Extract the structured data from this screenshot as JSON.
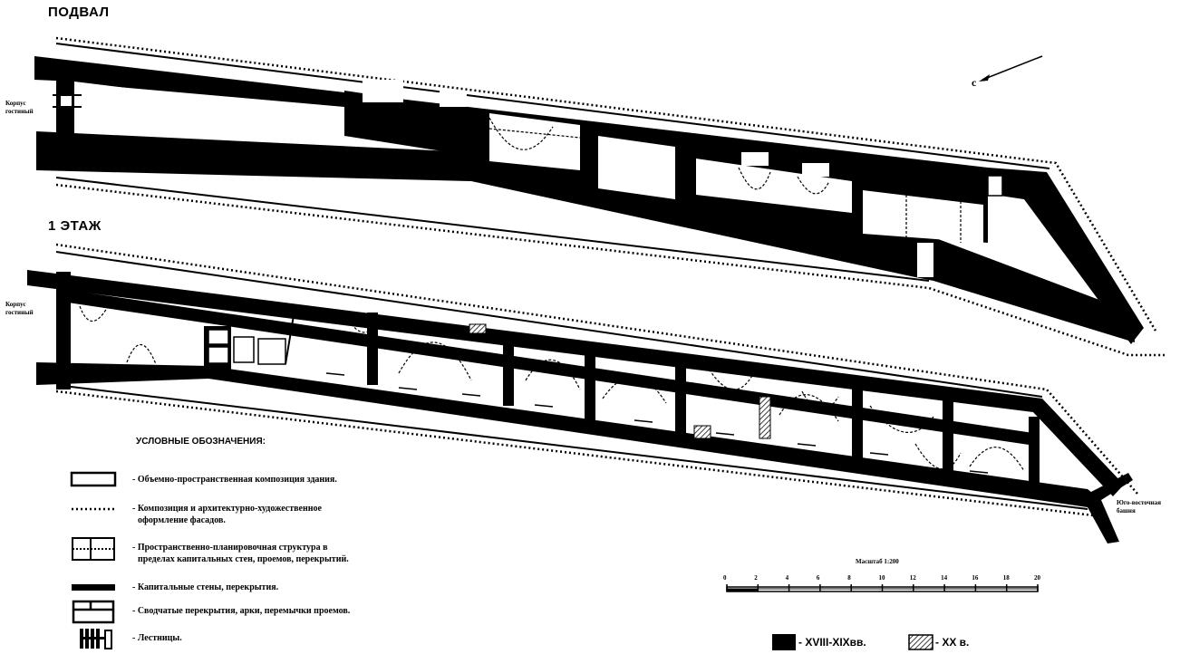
{
  "plans": {
    "basement_title": "ПОДВАЛ",
    "first_floor_title": "1 ЭТАЖ",
    "basement_side_label": [
      "Корпус",
      "гостиный"
    ],
    "first_side_label": [
      "Корпус",
      "гостиный"
    ],
    "southeast_label": [
      "Юго-восточная",
      "башня"
    ],
    "north_mark": "с"
  },
  "legend": {
    "heading": "УСЛОВНЫЕ ОБОЗНАЧЕНИЯ:",
    "items": [
      {
        "icon": "outline-rect",
        "lines": [
          "- Объемно-пространственная композиция здания."
        ]
      },
      {
        "icon": "dotted-line",
        "lines": [
          "- Композиция и архитектурно-художественное",
          "оформление фасадов."
        ]
      },
      {
        "icon": "plan-structure",
        "lines": [
          "- Пространственно-планировочная структура  в",
          "пределах капитальных стен,  проемов,  перекрытий."
        ]
      },
      {
        "icon": "solid-wall",
        "lines": [
          "- Капитальные стены, перекрытия."
        ]
      },
      {
        "icon": "vault",
        "lines": [
          "- Сводчатые перекрытия, арки, перемычки проемов."
        ]
      },
      {
        "icon": "stairs",
        "lines": [
          "- Лестницы."
        ]
      }
    ]
  },
  "scale": {
    "title": "Масштаб 1:200",
    "ticks": [
      "0",
      "2",
      "4",
      "6",
      "8",
      "10",
      "12",
      "14",
      "16",
      "18",
      "20"
    ]
  },
  "period_legend": {
    "old": "- XVIII-XIXвв.",
    "new": "- XX в."
  }
}
